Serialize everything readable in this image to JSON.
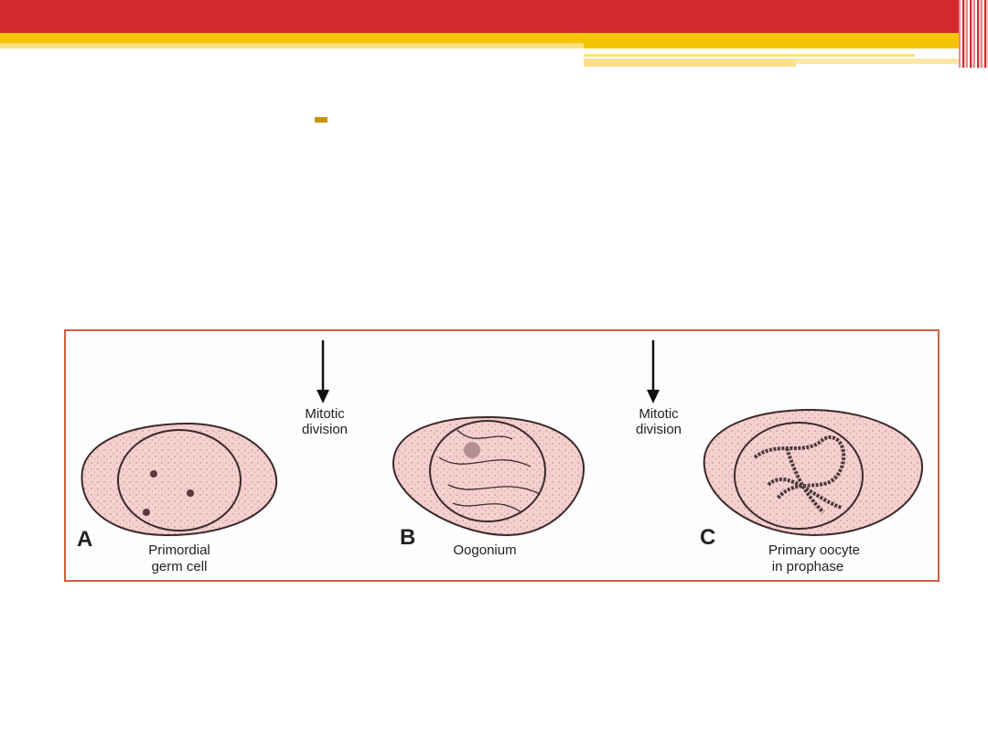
{
  "diagram": {
    "arrows": [
      {
        "label_line1": "Mitotic",
        "label_line2": "division"
      },
      {
        "label_line1": "Mitotic",
        "label_line2": "division"
      }
    ],
    "cells": [
      {
        "letter": "A",
        "label_line1": "Primordial",
        "label_line2": "germ cell"
      },
      {
        "letter": "B",
        "label_line1": "Oogonium",
        "label_line2": ""
      },
      {
        "letter": "C",
        "label_line1": "Primary oocyte",
        "label_line2": "in prophase"
      }
    ]
  },
  "colors": {
    "header_red": "#d2282e",
    "header_yellow": "#f4c400",
    "frame_border": "#d06040",
    "cell_fill": "#f6d0cf"
  }
}
